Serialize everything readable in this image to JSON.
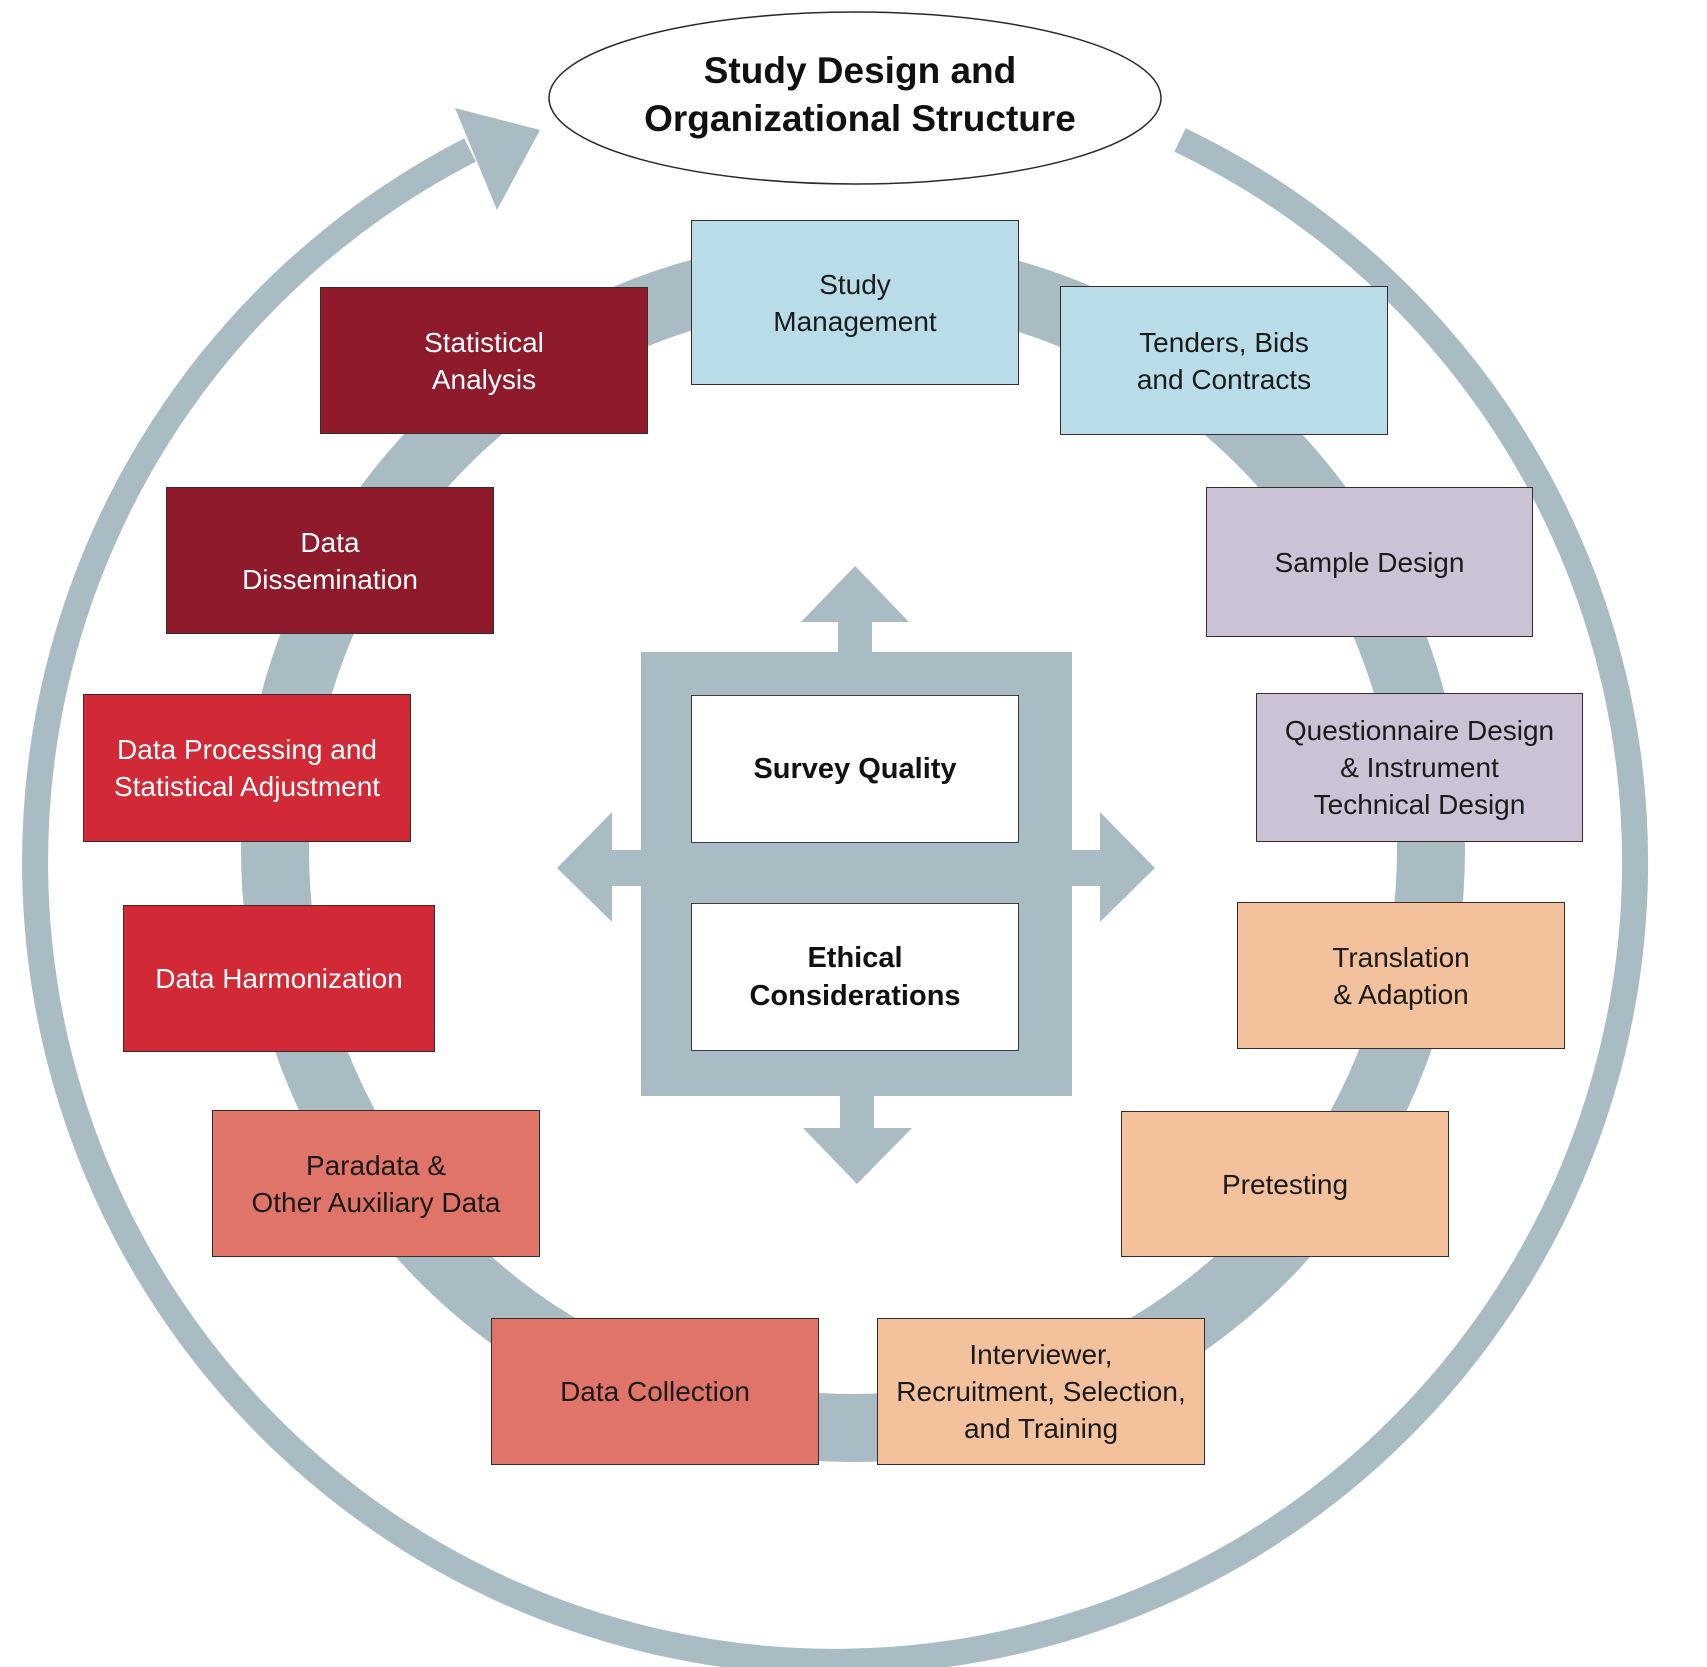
{
  "title": {
    "line1": "Study Design and",
    "line2": "Organizational Structure"
  },
  "center": {
    "survey_quality": "Survey Quality",
    "ethical": "Ethical\nConsiderations"
  },
  "stages": [
    {
      "id": "study-management",
      "label": "Study\nManagement",
      "color": "#b8dde9"
    },
    {
      "id": "tenders-bids-contracts",
      "label": "Tenders, Bids\nand Contracts",
      "color": "#b8dde9"
    },
    {
      "id": "sample-design",
      "label": "Sample Design",
      "color": "#cbc2d6"
    },
    {
      "id": "questionnaire-design",
      "label": "Questionnaire Design\n& Instrument\nTechnical Design",
      "color": "#cbc2d6"
    },
    {
      "id": "translation-adaption",
      "label": "Translation\n& Adaption",
      "color": "#f3c19c"
    },
    {
      "id": "pretesting",
      "label": "Pretesting",
      "color": "#f3c19c"
    },
    {
      "id": "interviewer-training",
      "label": "Interviewer,\nRecruitment, Selection,\nand Training",
      "color": "#f3c19c"
    },
    {
      "id": "data-collection",
      "label": "Data Collection",
      "color": "#e07468"
    },
    {
      "id": "paradata",
      "label": "Paradata &\nOther Auxiliary Data",
      "color": "#e07468"
    },
    {
      "id": "data-harmonization",
      "label": "Data Harmonization",
      "color": "#d12a36"
    },
    {
      "id": "data-processing",
      "label": "Data Processing and\nStatistical Adjustment",
      "color": "#d12a36"
    },
    {
      "id": "data-dissemination",
      "label": "Data\nDissemination",
      "color": "#8e1a2b"
    },
    {
      "id": "statistical-analysis",
      "label": "Statistical\nAnalysis",
      "color": "#8e1a2b"
    }
  ],
  "colors": {
    "ring": "#aabcc3",
    "outline": "#3a2a2a"
  }
}
